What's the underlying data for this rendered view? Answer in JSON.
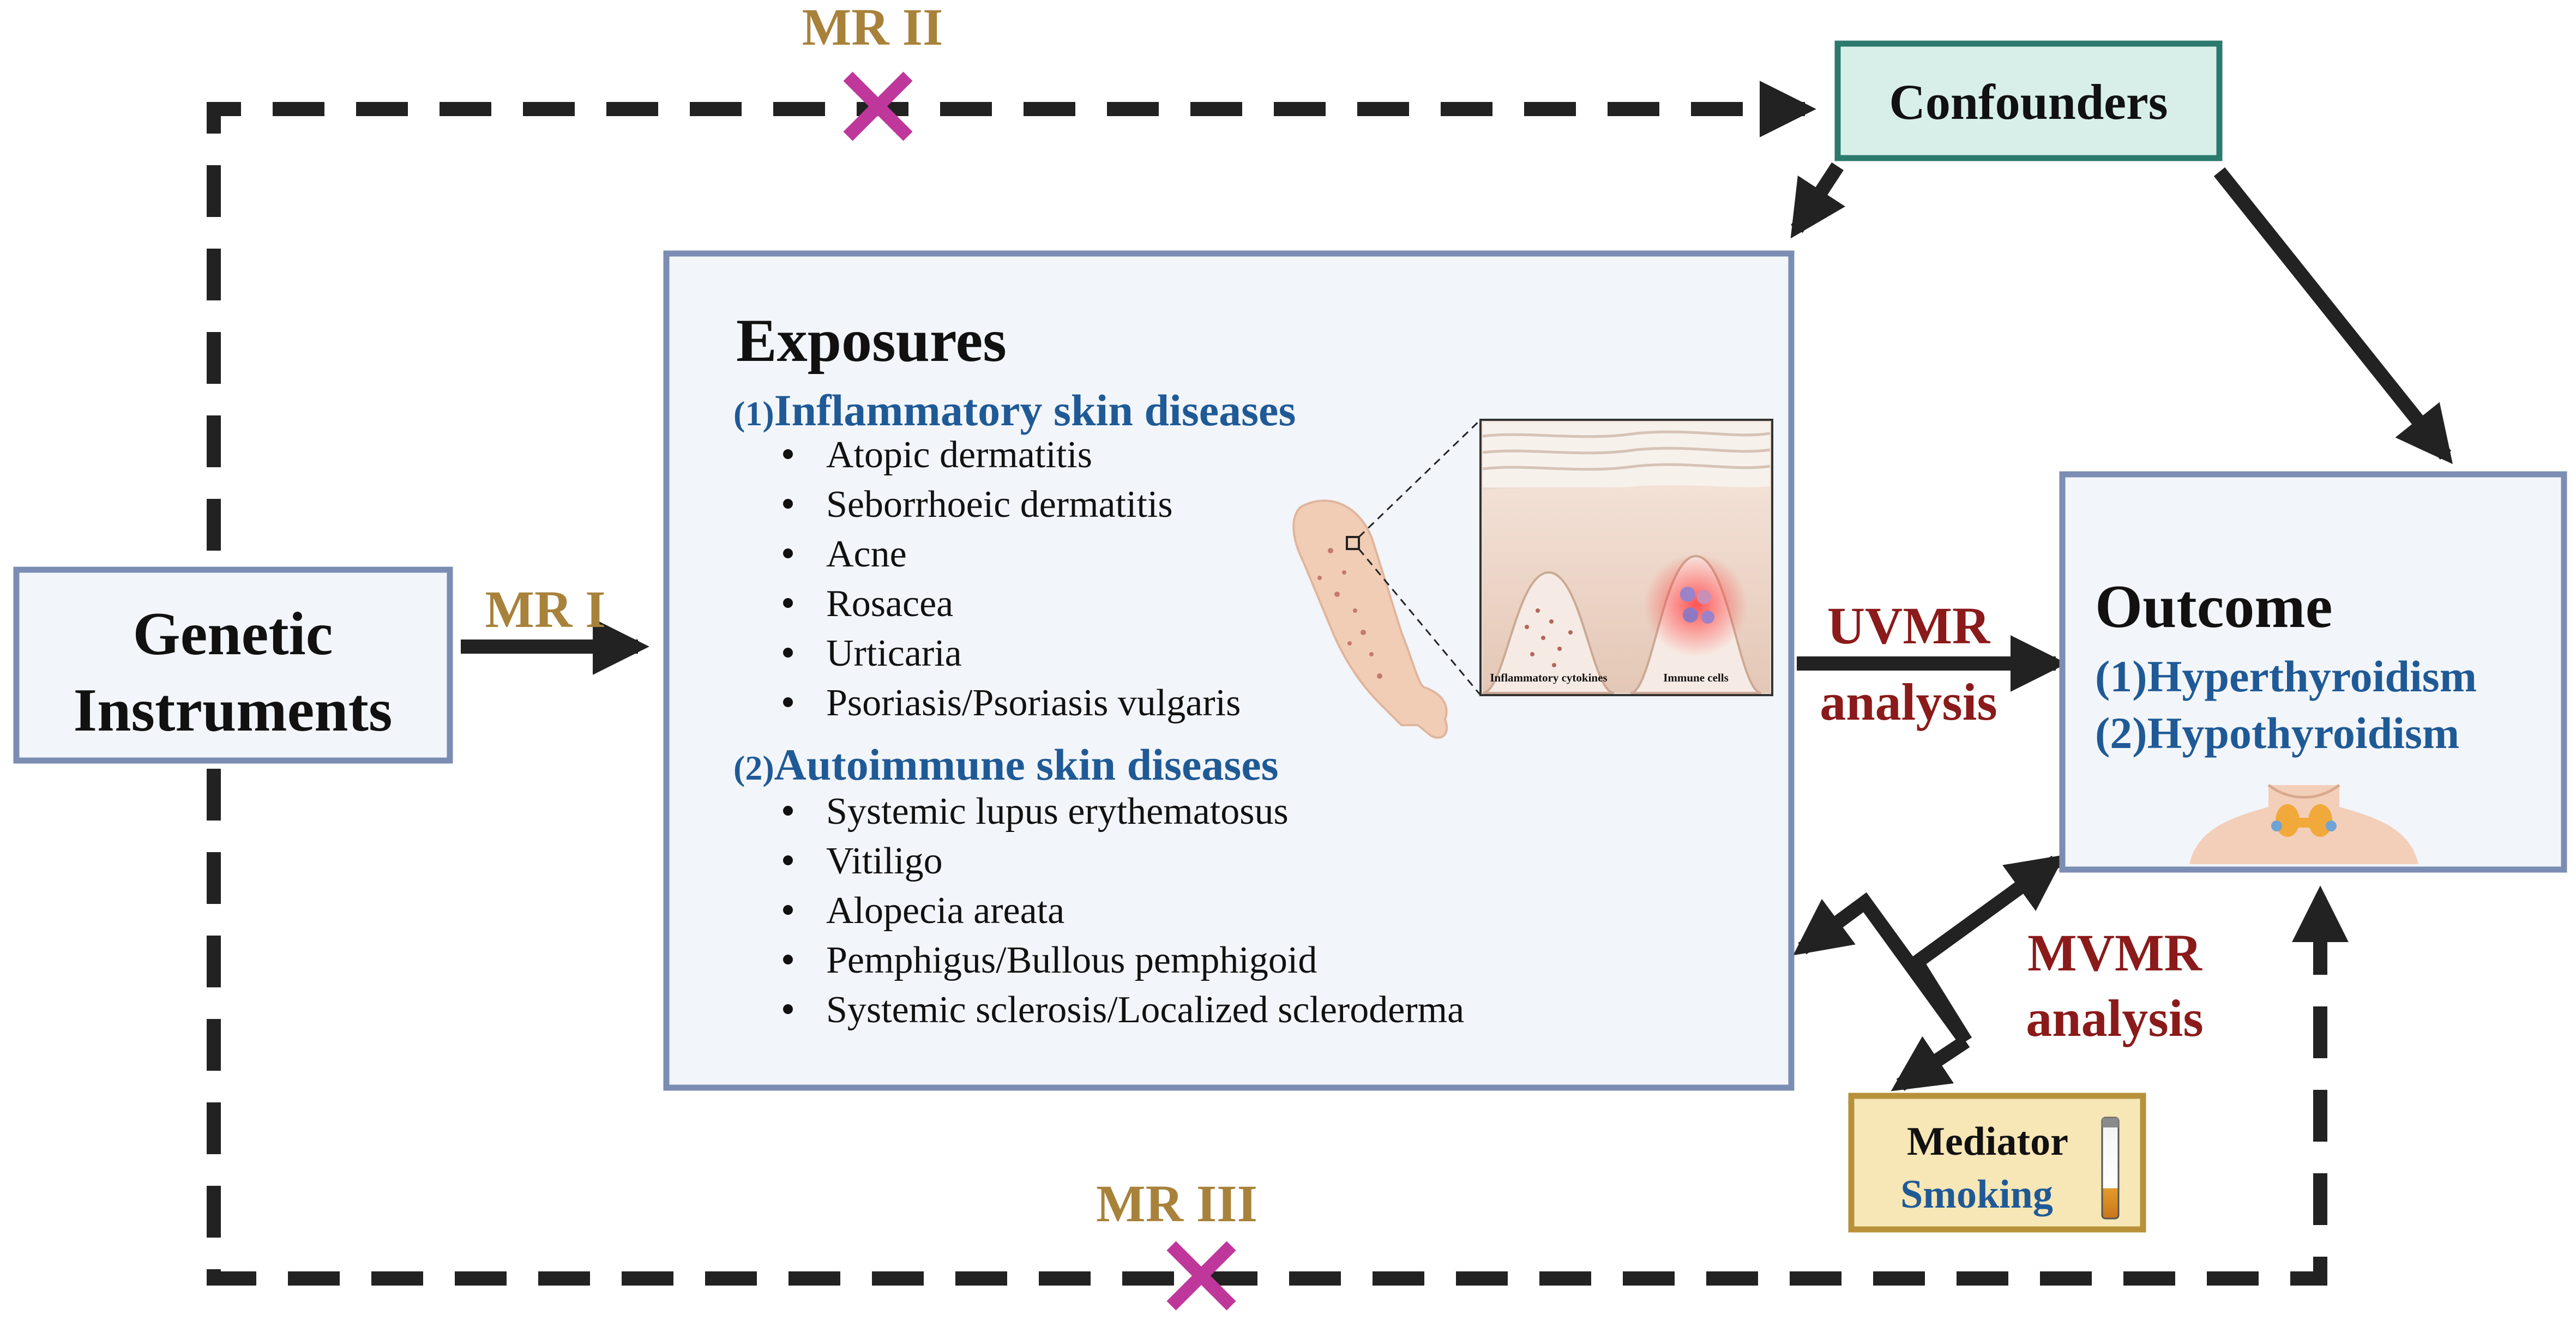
{
  "labels": {
    "mr1": "MR I",
    "mr2": "MR II",
    "mr3": "MR III",
    "uvmr_line1": "UVMR",
    "uvmr_line2": "analysis",
    "mvmr_line1": "MVMR",
    "mvmr_line2": "analysis"
  },
  "genetic_instruments": {
    "line1": "Genetic",
    "line2": "Instruments"
  },
  "confounders": {
    "label": "Confounders"
  },
  "exposures": {
    "title": "Exposures",
    "group1": {
      "number": "(1)",
      "heading": "Inflammatory skin diseases",
      "items": [
        "Atopic dermatitis",
        "Seborrhoeic dermatitis",
        "Acne",
        "Rosacea",
        "Urticaria",
        "Psoriasis/Psoriasis vulgaris"
      ]
    },
    "group2": {
      "number": "(2)",
      "heading": "Autoimmune skin diseases",
      "items": [
        "Systemic lupus erythematosus",
        "Vitiligo",
        "Alopecia areata",
        "Pemphigus/Bullous pemphigoid",
        "Systemic sclerosis/Localized scleroderma"
      ]
    },
    "skin_illustration": {
      "left_caption": "Inflammatory cytokines",
      "right_caption": "Immune cells"
    }
  },
  "outcome": {
    "title": "Outcome",
    "items": [
      "(1)Hyperthyroidism",
      "(2)Hypothyroidism"
    ]
  },
  "mediator": {
    "label": "Mediator",
    "value": "Smoking"
  },
  "colors": {
    "box_border": "#7b8db3",
    "box_fill": "#f2f5fa",
    "confounder_border": "#2b7a6d",
    "confounder_fill": "#d8efe9",
    "mediator_border": "#b7913a",
    "mediator_fill": "#f7e6b6",
    "heading_blue": "#1f5a96",
    "mr_gold": "#a8823a",
    "analysis_red": "#8b1a1a",
    "cross_magenta": "#c0379b",
    "arrow_dark": "#222222"
  }
}
